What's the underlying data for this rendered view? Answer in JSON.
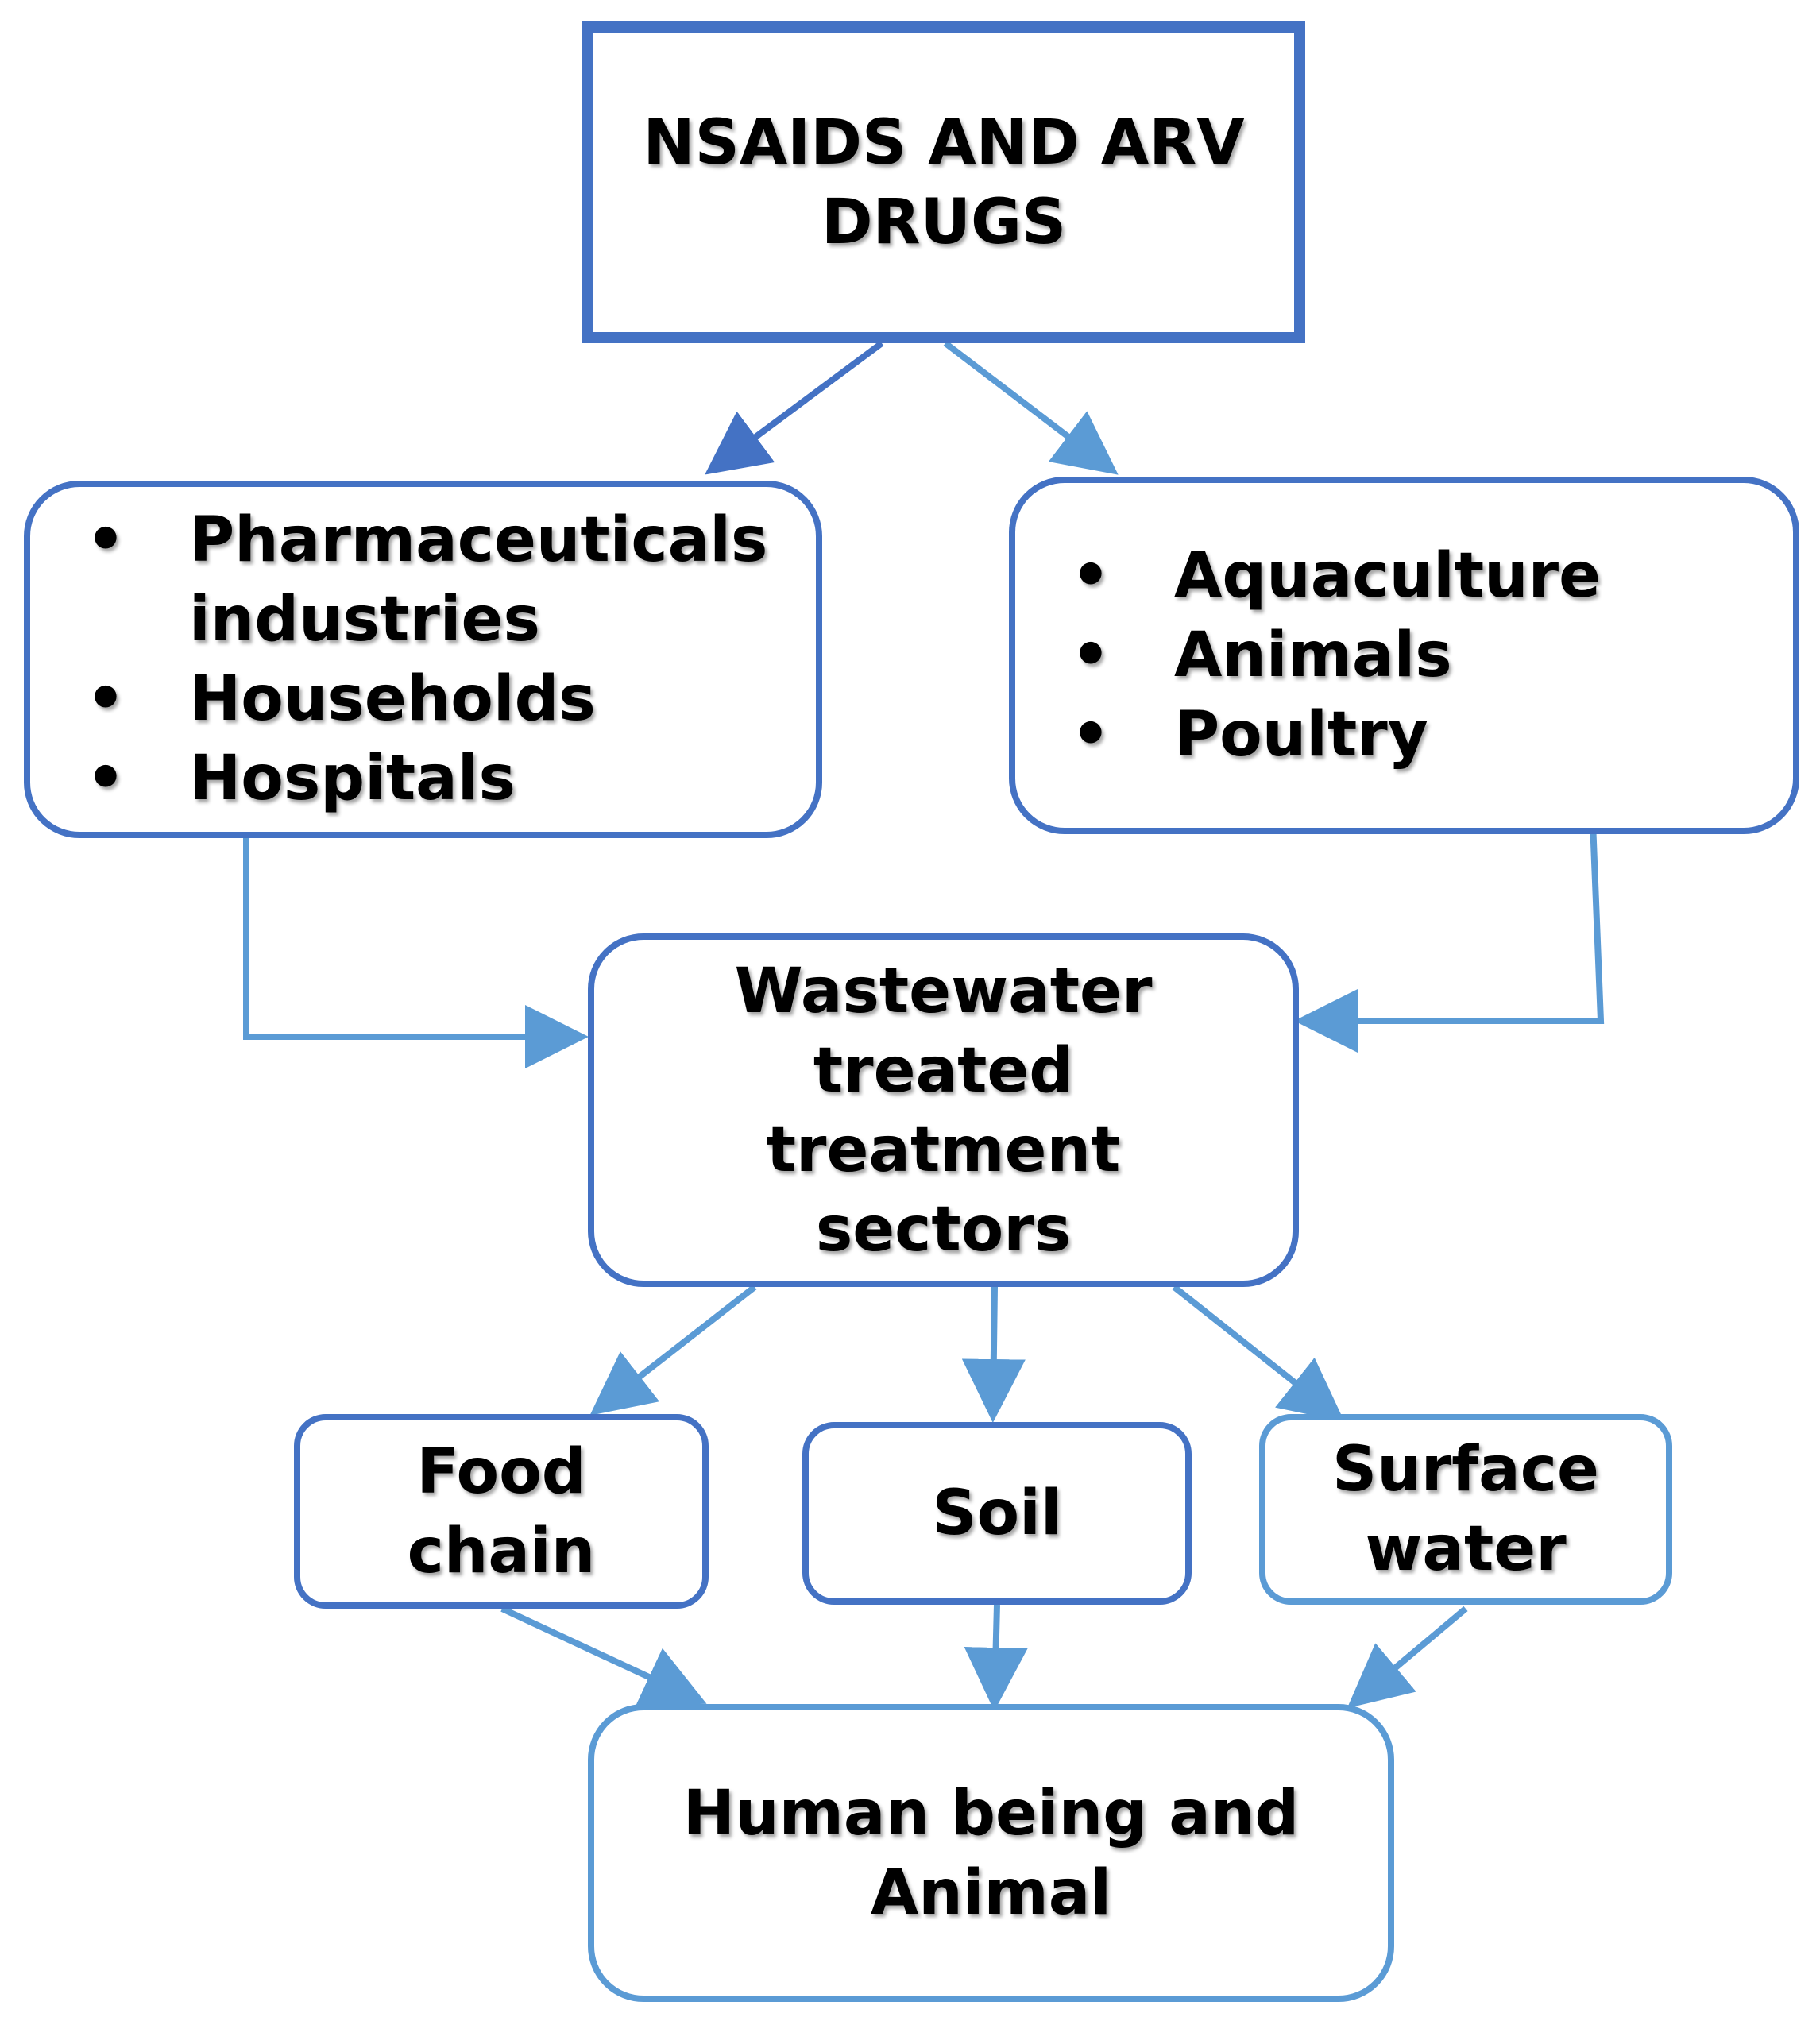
{
  "diagram": {
    "top": {
      "text": "NSAIDS AND ARV\nDRUGS"
    },
    "left_sources": {
      "items": [
        "Pharmaceuticals\nindustries",
        "Households",
        "Hospitals"
      ]
    },
    "right_sources": {
      "items": [
        "Aquaculture",
        "Animals",
        "Poultry"
      ]
    },
    "wastewater": {
      "text": "Wastewater\ntreated\ntreatment\nsectors"
    },
    "food_chain": {
      "text": "Food\nchain"
    },
    "soil": {
      "text": "Soil"
    },
    "surface_water": {
      "text": "Surface\nwater"
    },
    "human_animal": {
      "text": "Human being and\nAnimal"
    }
  },
  "colors": {
    "dark_blue": "#4472C4",
    "light_blue": "#5B9BD5"
  }
}
